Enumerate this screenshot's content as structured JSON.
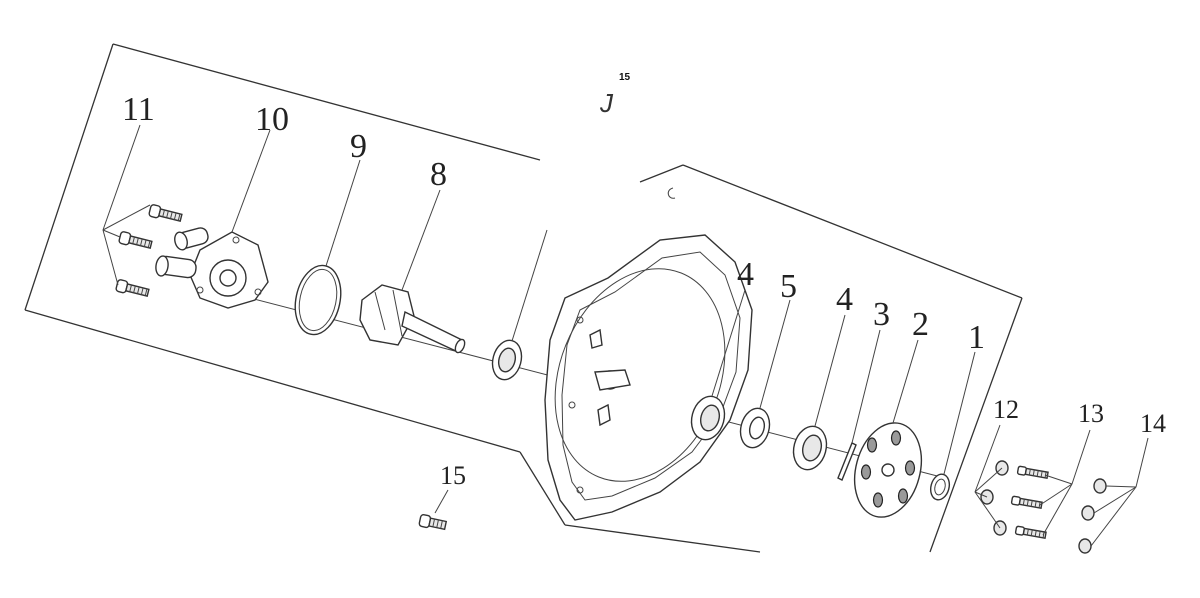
{
  "sheet_ref": {
    "letter": "J",
    "number": "15"
  },
  "callouts": {
    "c1": "1",
    "c2": "2",
    "c3": "3",
    "c4a": "4",
    "c4b": "4",
    "c5": "5",
    "c8": "8",
    "c9": "9",
    "c10": "10",
    "c11": "11",
    "c12": "12",
    "c13": "13",
    "c14": "14",
    "c15": "15"
  }
}
